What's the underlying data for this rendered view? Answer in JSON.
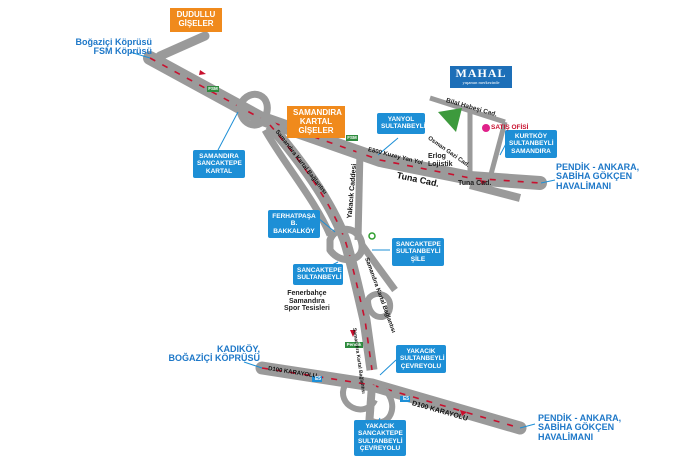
{
  "destinations": {
    "bogazici_fsm": [
      "Boğaziçi Köprüsü",
      "FSM Köprüsü"
    ],
    "kadikoy_bogazici": [
      "KADIKÖY,",
      "BOĞAZİÇİ KÖPRÜSÜ"
    ],
    "pendik_top": [
      "PENDİK - ANKARA,",
      "SABİHA GÖKÇEN",
      "HAVALİMANI"
    ],
    "pendik_bottom": [
      "PENDİK - ANKARA,",
      "SABİHA GÖKÇEN",
      "HAVALİMANI"
    ]
  },
  "toll_booths": {
    "dudullu": [
      "DUDULLU",
      "GİŞELER"
    ],
    "samandira": [
      "SAMANDIRA",
      "KARTAL",
      "GİŞELER"
    ]
  },
  "exit_boxes": {
    "samandira_sancaktepe_kartal": [
      "SAMANDIRA",
      "SANCAKTEPE",
      "KARTAL"
    ],
    "yanyol_sultanbeyli": [
      "YANYOL",
      "SULTANBEYLİ"
    ],
    "kurtkoy_sultanbeyli_samandira": [
      "KURTKÖY",
      "SULTANBEYLİ",
      "SAMANDIRA"
    ],
    "ferhatpasa_baskalkoy": [
      "FERHATPAŞA",
      "B. BAKKALKÖY"
    ],
    "sancaktepe_sultanbeyli_sile": [
      "SANCAKTEPE",
      "SULTANBEYLİ",
      "ŞİLE"
    ],
    "sancaktepe_sultanbeyli": [
      "SANCAKTEPE",
      "SULTANBEYLİ"
    ],
    "yakacik_sultanbeyli_cevreyolu": [
      "YAKACIK",
      "SULTANBEYLİ",
      "ÇEVREYOLU"
    ],
    "yakacik_sancaktepe_cevreyolu": [
      "YAKACIK",
      "SANCAKTEPE",
      "SULTANBEYLİ",
      "ÇEVREYOLU"
    ]
  },
  "brand": {
    "name": "MAHAL",
    "tagline": "yaşamın merkezinde"
  },
  "sales_office": "SATIŞ OFİSİ",
  "streets": {
    "bilal_habesi": "Bilal Habeşi Cad.",
    "osman_gazi": "Osman Gazi Cad.",
    "erlog": [
      "Erlog",
      "Lojistik"
    ],
    "tuna_cad_1": "Tuna Cad.",
    "tuna_cad_2": "Tuna Cad.",
    "e80_kuzey": "E800 Kuzey Yan Yol",
    "samandira_kartal_baglantisi": "Samandıra Kartal Bağlantısı",
    "yakacik_caddesi": "Yakacık Caddesi",
    "samandira_kartal_baglantisi_2": "Samandıra Kartal Bağlantısı",
    "samandira_kartal_baglantisi_3": "Samandıra Kartal Bağlantısı",
    "d100_left": "D100 KARAYOLU",
    "d100_right": "D100 KARAYOLU",
    "e5_left": "E5",
    "e5_right": "E5",
    "fsm_sign_1": "FSM",
    "fsm_sign_2": "FSM",
    "pendik_sign": "Pendik"
  },
  "landmarks": {
    "fenerbahce": [
      "Fenerbahçe",
      "Samandıra",
      "Spor Tesisleri"
    ]
  },
  "colors": {
    "road": "#9a9a9a",
    "route": "#c8102e",
    "accent_blue": "#1d8fd6",
    "toll_orange": "#f08a1c"
  }
}
